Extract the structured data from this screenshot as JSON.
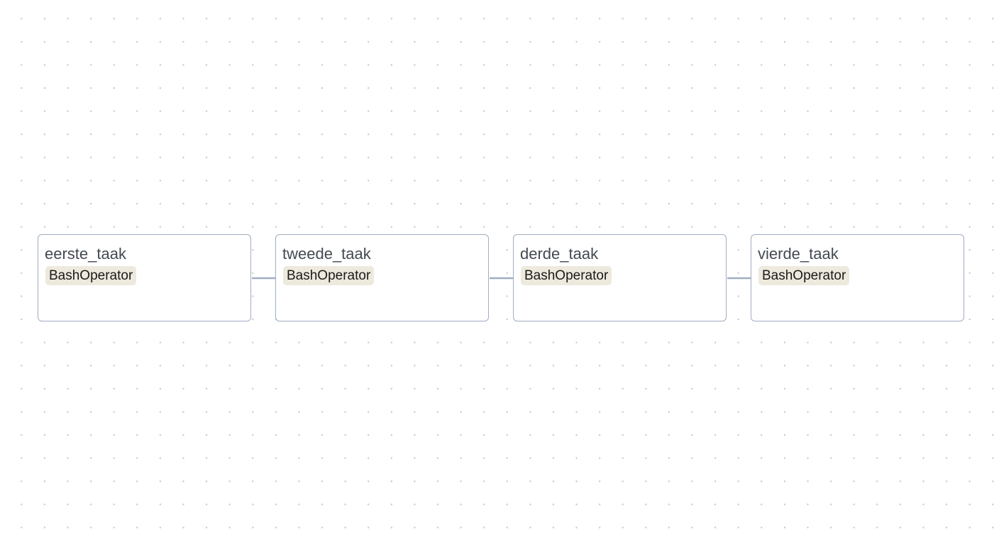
{
  "graph": {
    "tasks": [
      {
        "name": "eerste_taak",
        "operator": "BashOperator"
      },
      {
        "name": "tweede_taak",
        "operator": "BashOperator"
      },
      {
        "name": "derde_taak",
        "operator": "BashOperator"
      },
      {
        "name": "vierde_taak",
        "operator": "BashOperator"
      }
    ],
    "edges": [
      {
        "from": "eerste_taak",
        "to": "tweede_taak"
      },
      {
        "from": "tweede_taak",
        "to": "derde_taak"
      },
      {
        "from": "derde_taak",
        "to": "vierde_taak"
      }
    ],
    "colors": {
      "node_border": "#a0aec0",
      "edge": "#a0aec0",
      "operator_badge_bg": "#ede9dd",
      "task_name_text": "#444a52",
      "grid_dot": "#c4c8cf"
    }
  }
}
